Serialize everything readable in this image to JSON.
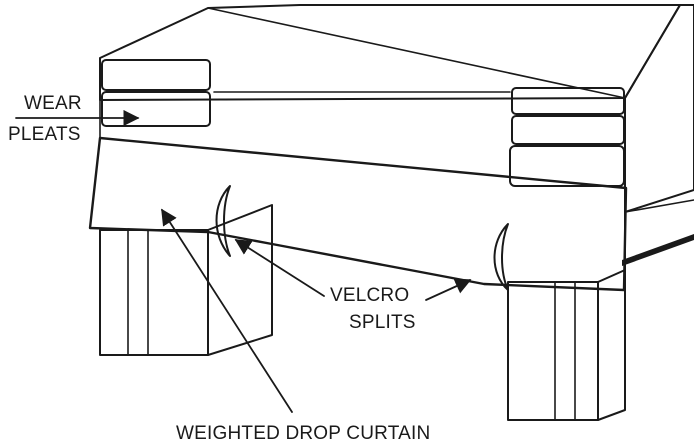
{
  "labels": {
    "wear": "WEAR",
    "pleats": "PLEATS",
    "velcro": "VELCRO",
    "splits": "SPLITS",
    "curtain": "WEIGHTED DROP CURTAIN"
  },
  "colors": {
    "ink": "#1a1a1a",
    "paper": "#ffffff"
  }
}
